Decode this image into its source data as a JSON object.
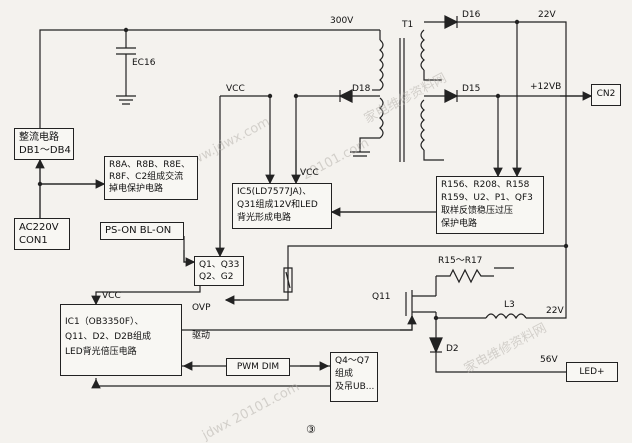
{
  "blocks": {
    "rectifier": {
      "line1": "整流电路",
      "line2": "DB1～DB4"
    },
    "ac_input": {
      "line1": "AC220V",
      "line2": "CON1"
    },
    "ac_protect": {
      "line1": "R8A、R8B、R8E、",
      "line2": "R8F、C2组成交流",
      "line3": "掉电保护电路"
    },
    "ps_on": {
      "label": "PS-ON BL-ON"
    },
    "ic5": {
      "line1": "IC5(LD7577JA)、",
      "line2": "Q31组成12V和LED",
      "line3": "背光形成电路"
    },
    "feedback": {
      "line1": "R156、R208、R158",
      "line2": "R159、U2、P1、QF3",
      "line3": "取样反馈稳压过压",
      "line4": "保护电路"
    },
    "q_switch": {
      "line1": "Q1、Q33",
      "line2": "Q2、G2"
    },
    "ic1": {
      "line1": "IC1（OB3350F）、",
      "line2": "Q11、D2、D2B组成",
      "line3": "LED背光倍压电路"
    },
    "pwm": {
      "label": "PWM DIM"
    },
    "q4q7": {
      "line1": "Q4～Q7",
      "line2": "组成",
      "line3": "及吊UB..."
    },
    "cn2": {
      "label": "CN2"
    },
    "led_plus": {
      "label": "LED+"
    }
  },
  "labels": {
    "v300": "300V",
    "t1": "T1",
    "d16": "D16",
    "d15": "D15",
    "v22_top": "22V",
    "v12vb": "+12VB",
    "ec16": "EC16",
    "d18": "D18",
    "vcc_a": "VCC",
    "vcc_b": "VCC",
    "vcc_c": "VCC",
    "ovp": "OVP",
    "drive": "驱动",
    "q11": "Q11",
    "r15": "R15～R17",
    "l3": "L3",
    "v22_low": "22V",
    "d2": "D2",
    "v56": "56V",
    "fig": "③"
  },
  "watermarks": [
    "家电维修资料网",
    "www.jdwx.com",
    "20101.com",
    "家电维修资料网",
    "jdwx 20101.com"
  ]
}
